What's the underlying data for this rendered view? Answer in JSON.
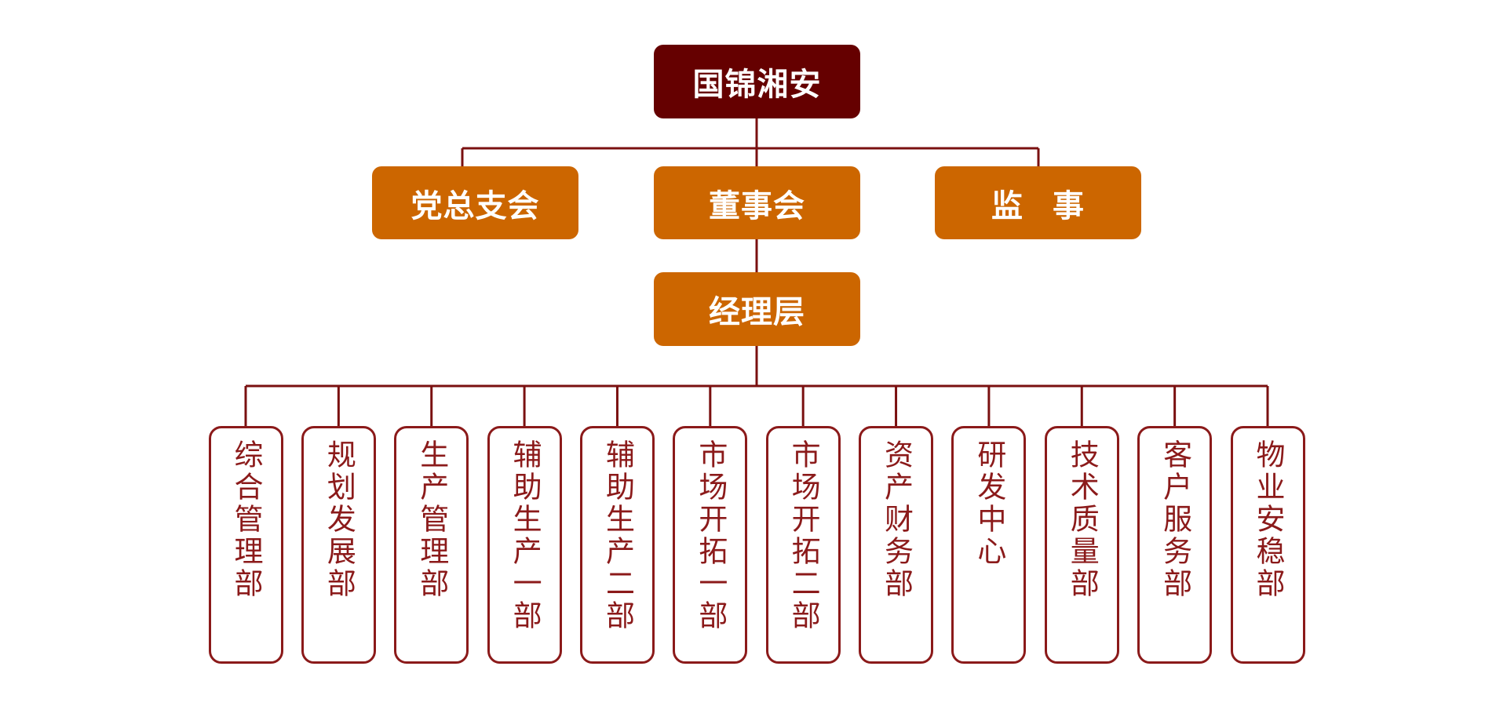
{
  "org": {
    "root": "国锦湘安",
    "level2": {
      "party": "党总支会",
      "board": "董事会",
      "supervisor": "监 事"
    },
    "management": "经理层",
    "departments": [
      "综合管理部",
      "规划发展部",
      "生产管理部",
      "辅助生产一部",
      "辅助生产二部",
      "市场开拓一部",
      "市场开拓二部",
      "资产财务部",
      "研发中心",
      "技术质量部",
      "客户服务部",
      "物业安稳部"
    ]
  },
  "colors": {
    "root_fill": "#650000",
    "level_fill": "#CC6600",
    "line": "#7A1010",
    "dept_border": "#8B1A1A",
    "dept_text": "#8B1A1A"
  }
}
